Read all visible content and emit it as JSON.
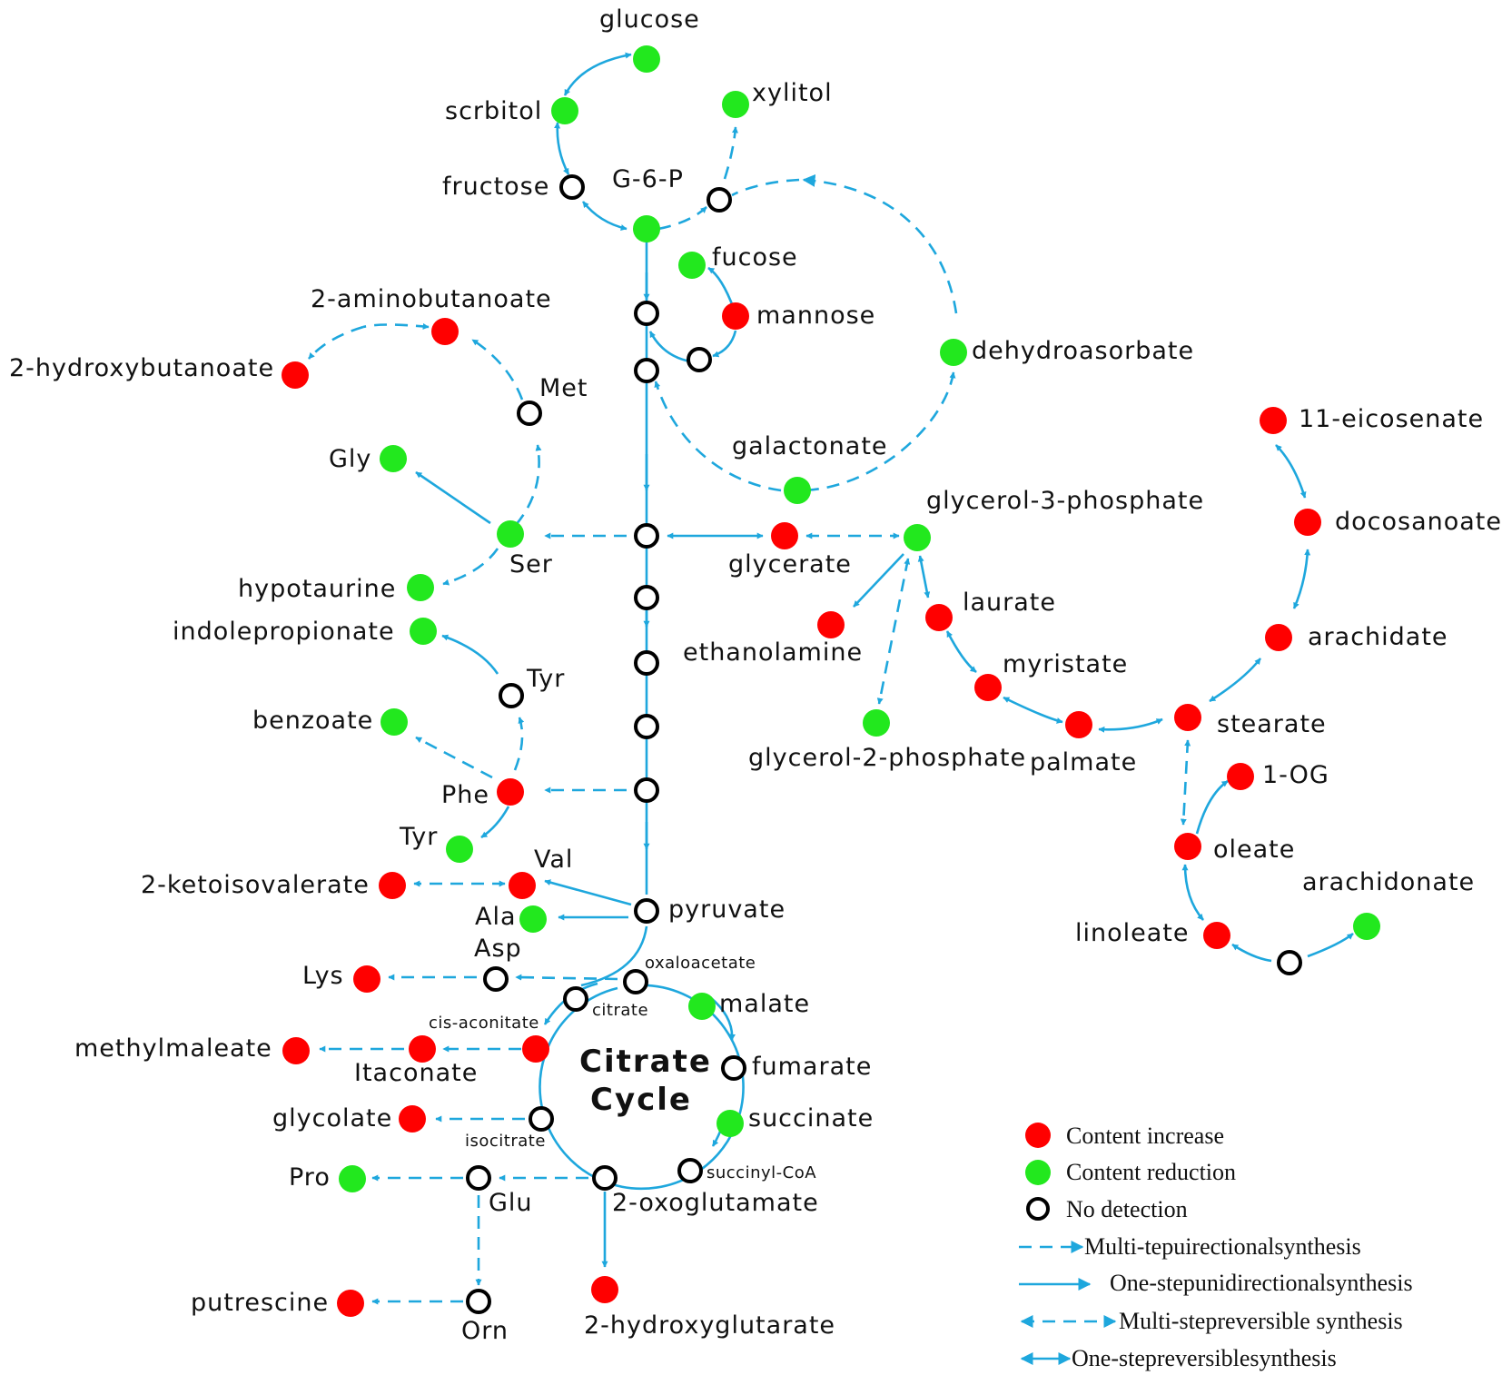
{
  "colors": {
    "increase": "#ff0000",
    "reduction": "#22e81e",
    "no_detection": "#ffffff",
    "arrow": "#1ea7dd"
  },
  "center": {
    "line1": "Citrate",
    "line2": "Cycle"
  },
  "nodes": {
    "glucose": "glucose",
    "scrbitol": "scrbitol",
    "xylitol": "xylitol",
    "fructose": "fructose",
    "g6p": "G-6-P",
    "fucose": "fucose",
    "mannose": "mannose",
    "dehydroasorbate": "dehydroasorbate",
    "galactonate": "galactonate",
    "aminobutanoate": "2-aminobutanoate",
    "hydroxybutanoate": "2-hydroxybutanoate",
    "met": "Met",
    "gly": "Gly",
    "ser": "Ser",
    "hypotaurine": "hypotaurine",
    "indolepropionate": "indolepropionate",
    "tyr_top": "Tyr",
    "benzoate": "benzoate",
    "phe": "Phe",
    "tyr_bottom": "Tyr",
    "glycerate": "glycerate",
    "glycerol3p": "glycerol-3-phosphate",
    "ethanolamine": "ethanolamine",
    "glycerol2p": "glycerol-2-phosphate",
    "laurate": "laurate",
    "myristate": "myristate",
    "palmate": "palmate",
    "stearate": "stearate",
    "eicosenate": "11-eicosenate",
    "docosanoate": "docosanoate",
    "arachidate": "arachidate",
    "og": "1-OG",
    "oleate": "oleate",
    "linoleate": "linoleate",
    "arachidonate": "arachidonate",
    "ketoisovalerate": "2-ketoisovalerate",
    "val": "Val",
    "ala": "Ala",
    "pyruvate": "pyruvate",
    "asp": "Asp",
    "lys": "Lys",
    "oxaloacetate": "oxaloacetate",
    "citrate": "citrate",
    "malate": "malate",
    "cisaconitate": "cis-aconitate",
    "methylmaleate": "methylmaleate",
    "itaconate": "Itaconate",
    "fumarate": "fumarate",
    "glycolate": "glycolate",
    "succinate": "succinate",
    "isocitrate": "isocitrate",
    "pro": "Pro",
    "glu": "Glu",
    "succinylcoa": "succinyl-CoA",
    "oxoglutamate": "2-oxoglutamate",
    "putrescine": "putrescine",
    "orn": "Orn",
    "hydroxyglutarate": "2-hydroxyglutarate"
  },
  "legend": {
    "increase": "Content increase",
    "reduction": "Content reduction",
    "no_detection": "No detection",
    "multi_uni": "Multi-tepuirectionalsynthesis",
    "one_uni": "One-stepunidirectionalsynthesis",
    "multi_rev": "Multi-stepreversible synthesis",
    "one_rev": "One-stepreversiblesynthesis"
  }
}
